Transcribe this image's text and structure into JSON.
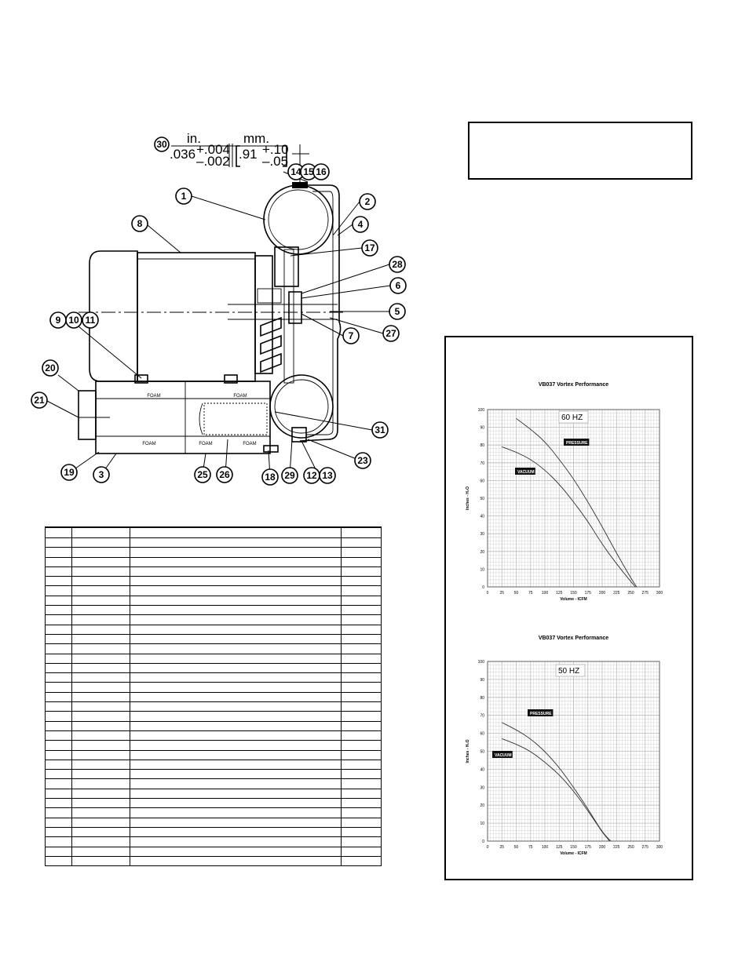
{
  "dimension": {
    "callout": "30",
    "in_label": "in.",
    "mm_label": "mm.",
    "in_base": ".036",
    "in_plus": "+.004",
    "in_minus": "–.002",
    "mm_base": ".91",
    "mm_plus": "+.10",
    "mm_minus": "–.05"
  },
  "callouts": [
    "1",
    "2",
    "3",
    "4",
    "5",
    "6",
    "7",
    "8",
    "9",
    "10",
    "11",
    "12",
    "13",
    "14",
    "15",
    "16",
    "17",
    "18",
    "19",
    "20",
    "21",
    "23",
    "25",
    "26",
    "27",
    "28",
    "29",
    "31"
  ],
  "foam_labels": [
    "FOAM",
    "FOAM",
    "FOAM",
    "FOAM",
    "FOAM"
  ],
  "parts_table": {
    "rows": 35,
    "columns": 4
  },
  "chart_data": [
    {
      "type": "line",
      "title": "VB037 Vortex Performance",
      "annotation": "60 HZ",
      "xlabel": "Volume - ICFM",
      "ylabel": "Inches - H₂O",
      "xlim": [
        0,
        300
      ],
      "ylim": [
        0,
        100
      ],
      "xticks": [
        0,
        25,
        50,
        75,
        100,
        125,
        150,
        175,
        200,
        225,
        250,
        275,
        300
      ],
      "yticks": [
        0,
        10,
        20,
        30,
        40,
        50,
        60,
        70,
        80,
        90,
        100
      ],
      "grid": true,
      "series": [
        {
          "name": "PRESSURE",
          "x": [
            50,
            75,
            100,
            125,
            150,
            175,
            200,
            225,
            250,
            260
          ],
          "y": [
            95,
            89,
            82,
            72,
            61,
            48,
            34,
            19,
            5,
            0
          ]
        },
        {
          "name": "VACUUM",
          "x": [
            25,
            50,
            75,
            100,
            125,
            150,
            175,
            200,
            225,
            250,
            258
          ],
          "y": [
            79,
            76,
            72,
            66,
            58,
            48,
            37,
            24,
            13,
            3,
            0
          ]
        }
      ]
    },
    {
      "type": "line",
      "title": "VB037 Vortex Performance",
      "annotation": "50 HZ",
      "xlabel": "Volume - ICFM",
      "ylabel": "Inches - H₂O",
      "xlim": [
        0,
        300
      ],
      "ylim": [
        0,
        100
      ],
      "xticks": [
        0,
        25,
        50,
        75,
        100,
        125,
        150,
        175,
        200,
        225,
        250,
        275,
        300
      ],
      "yticks": [
        0,
        10,
        20,
        30,
        40,
        50,
        60,
        70,
        80,
        90,
        100
      ],
      "grid": true,
      "series": [
        {
          "name": "PRESSURE",
          "x": [
            25,
            50,
            75,
            100,
            125,
            150,
            175,
            200,
            215
          ],
          "y": [
            66,
            62,
            57,
            50,
            41,
            30,
            18,
            5,
            0
          ]
        },
        {
          "name": "VACUUM",
          "x": [
            25,
            50,
            75,
            100,
            125,
            150,
            175,
            200,
            213
          ],
          "y": [
            57,
            54,
            50,
            44,
            37,
            28,
            17,
            5,
            0
          ]
        }
      ]
    }
  ]
}
